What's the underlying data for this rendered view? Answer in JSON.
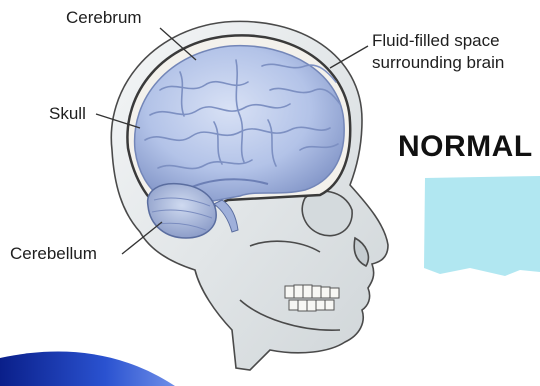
{
  "labels": {
    "cerebrum": "Cerebrum",
    "skull": "Skull",
    "cerebellum": "Cerebellum",
    "fluid_line1": "Fluid-filled space",
    "fluid_line2": "surrounding brain",
    "condition": "NORMAL"
  },
  "colors": {
    "brain": "#b9c8ea",
    "brain_shadow": "#8fa3cf",
    "skull_bone": "#e9ecee",
    "skull_outline": "#4a4a4a",
    "fluid_box": "#a9e4f0",
    "accent_swoosh": "#1d3fb0"
  }
}
